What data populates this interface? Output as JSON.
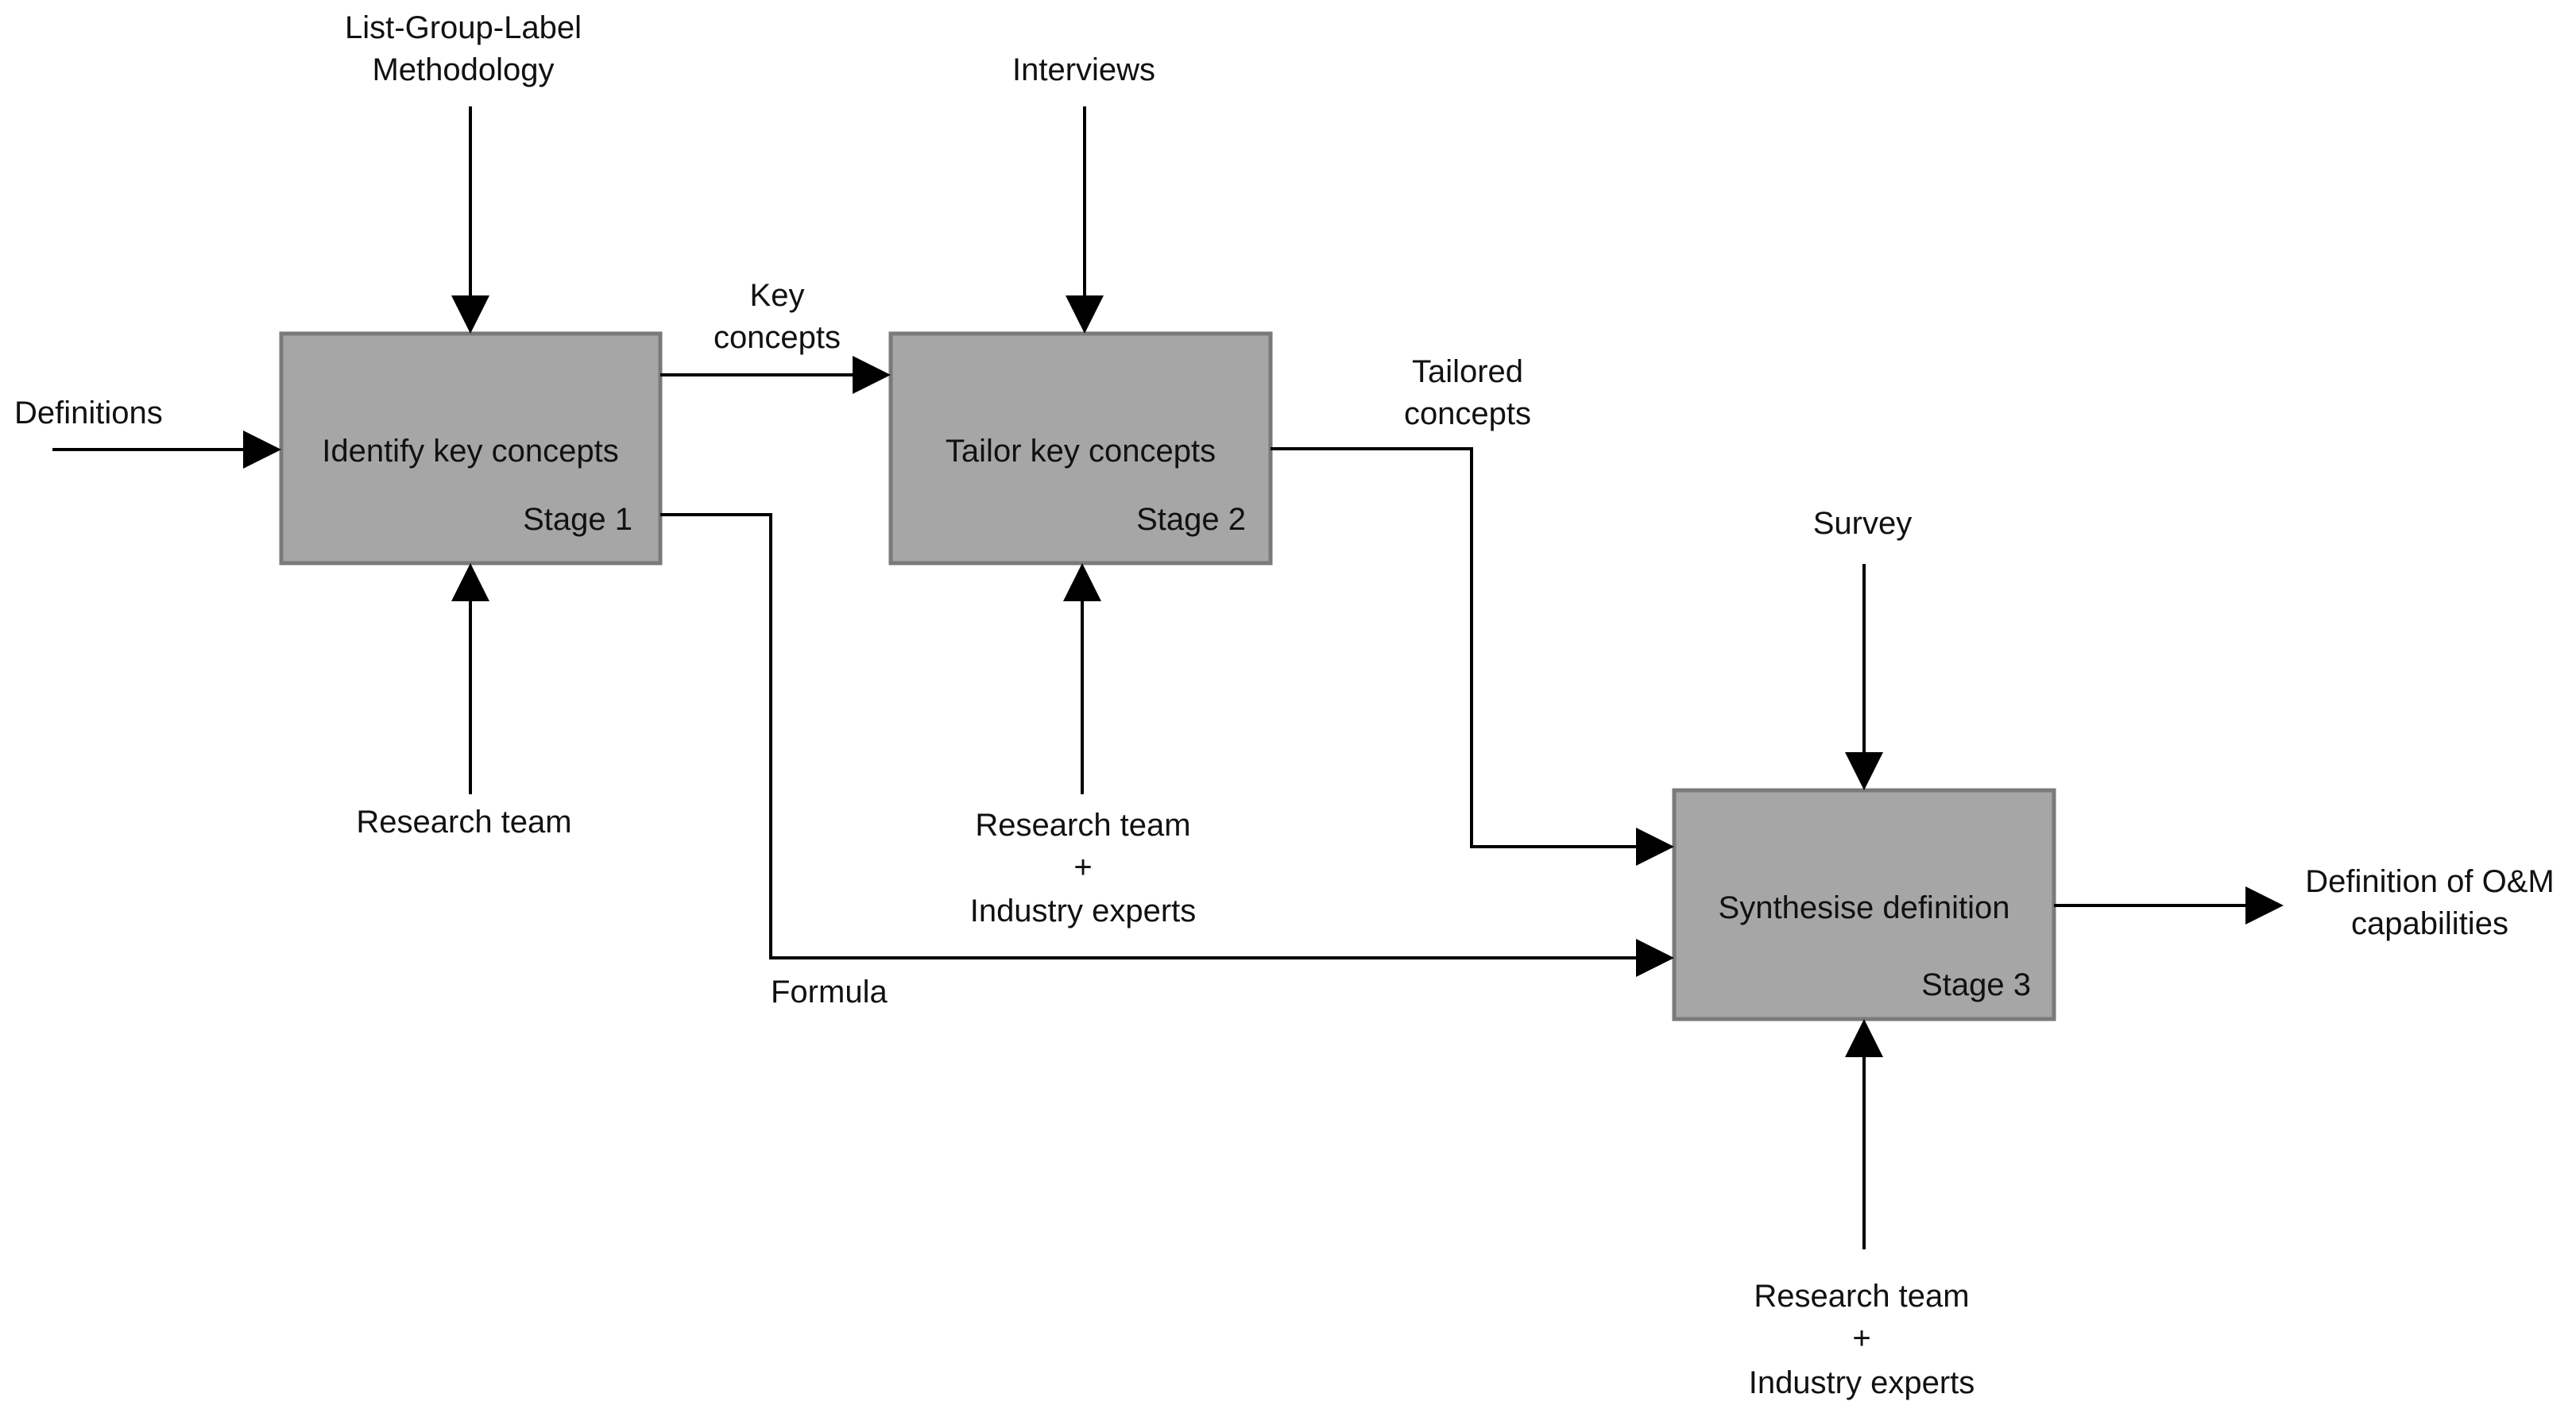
{
  "stages": [
    {
      "title": "Identify key concepts",
      "stage_label": "Stage 1"
    },
    {
      "title": "Tailor key concepts",
      "stage_label": "Stage 2"
    },
    {
      "title": "Synthesise definition",
      "stage_label": "Stage 3"
    }
  ],
  "labels": {
    "definitions": "Definitions",
    "methodology": [
      "List-Group-Label",
      "Methodology"
    ],
    "key_concepts": [
      "Key",
      "concepts"
    ],
    "interviews": "Interviews",
    "tailored_concepts": [
      "Tailored",
      "concepts"
    ],
    "research_team_1": "Research team",
    "research_team_2": [
      "Research team",
      "+",
      "Industry experts"
    ],
    "formula": "Formula",
    "survey": "Survey",
    "research_team_3": [
      "Research team",
      "+",
      "Industry experts"
    ],
    "output": [
      "Definition of O&M",
      "capabilities"
    ]
  },
  "colors": {
    "box_fill": "#a6a6a6",
    "box_stroke": "#7a7a7a",
    "line": "#000000",
    "text": "#111111"
  }
}
